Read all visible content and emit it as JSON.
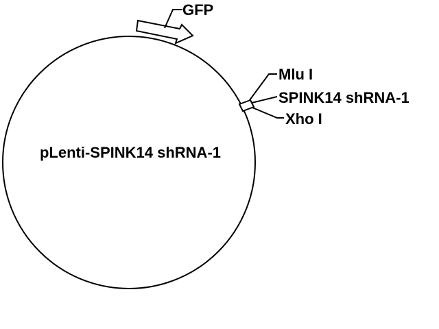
{
  "plasmid": {
    "name": "pLenti-SPINK14 shRNA-1"
  },
  "features": {
    "gfp": "GFP",
    "mlu": "Mlu I",
    "shrna": "SPINK14 shRNA-1",
    "xho": "Xho I"
  },
  "colors": {
    "stroke": "#000000",
    "fill": "#ffffff"
  }
}
